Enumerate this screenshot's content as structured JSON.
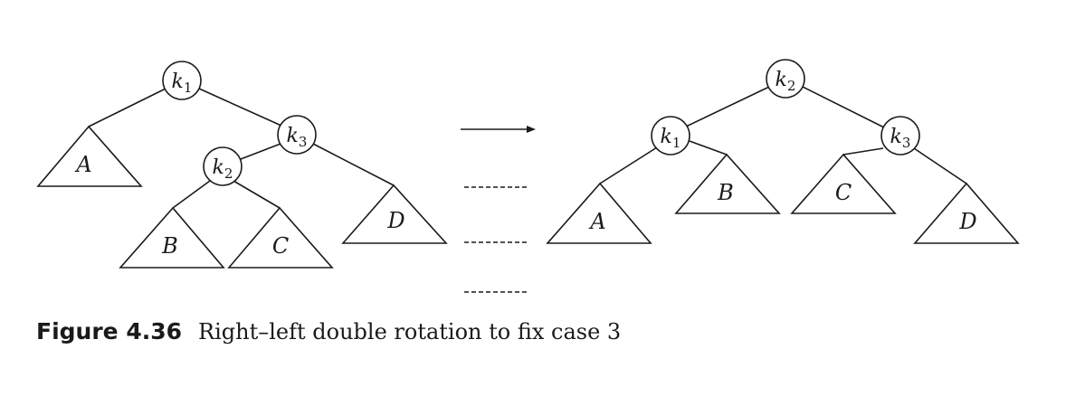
{
  "figure": {
    "label": "Figure 4.36",
    "caption": "Right–left double rotation to fix case 3"
  },
  "before_tree": {
    "nodes": [
      {
        "id": "k1",
        "letter": "k",
        "sub": "1"
      },
      {
        "id": "k3",
        "letter": "k",
        "sub": "3"
      },
      {
        "id": "k2",
        "letter": "k",
        "sub": "2"
      }
    ],
    "subtrees": [
      "A",
      "B",
      "C",
      "D"
    ]
  },
  "after_tree": {
    "nodes": [
      {
        "id": "k2",
        "letter": "k",
        "sub": "2"
      },
      {
        "id": "k1",
        "letter": "k",
        "sub": "1"
      },
      {
        "id": "k3",
        "letter": "k",
        "sub": "3"
      }
    ],
    "subtrees": [
      "A",
      "B",
      "C",
      "D"
    ]
  }
}
